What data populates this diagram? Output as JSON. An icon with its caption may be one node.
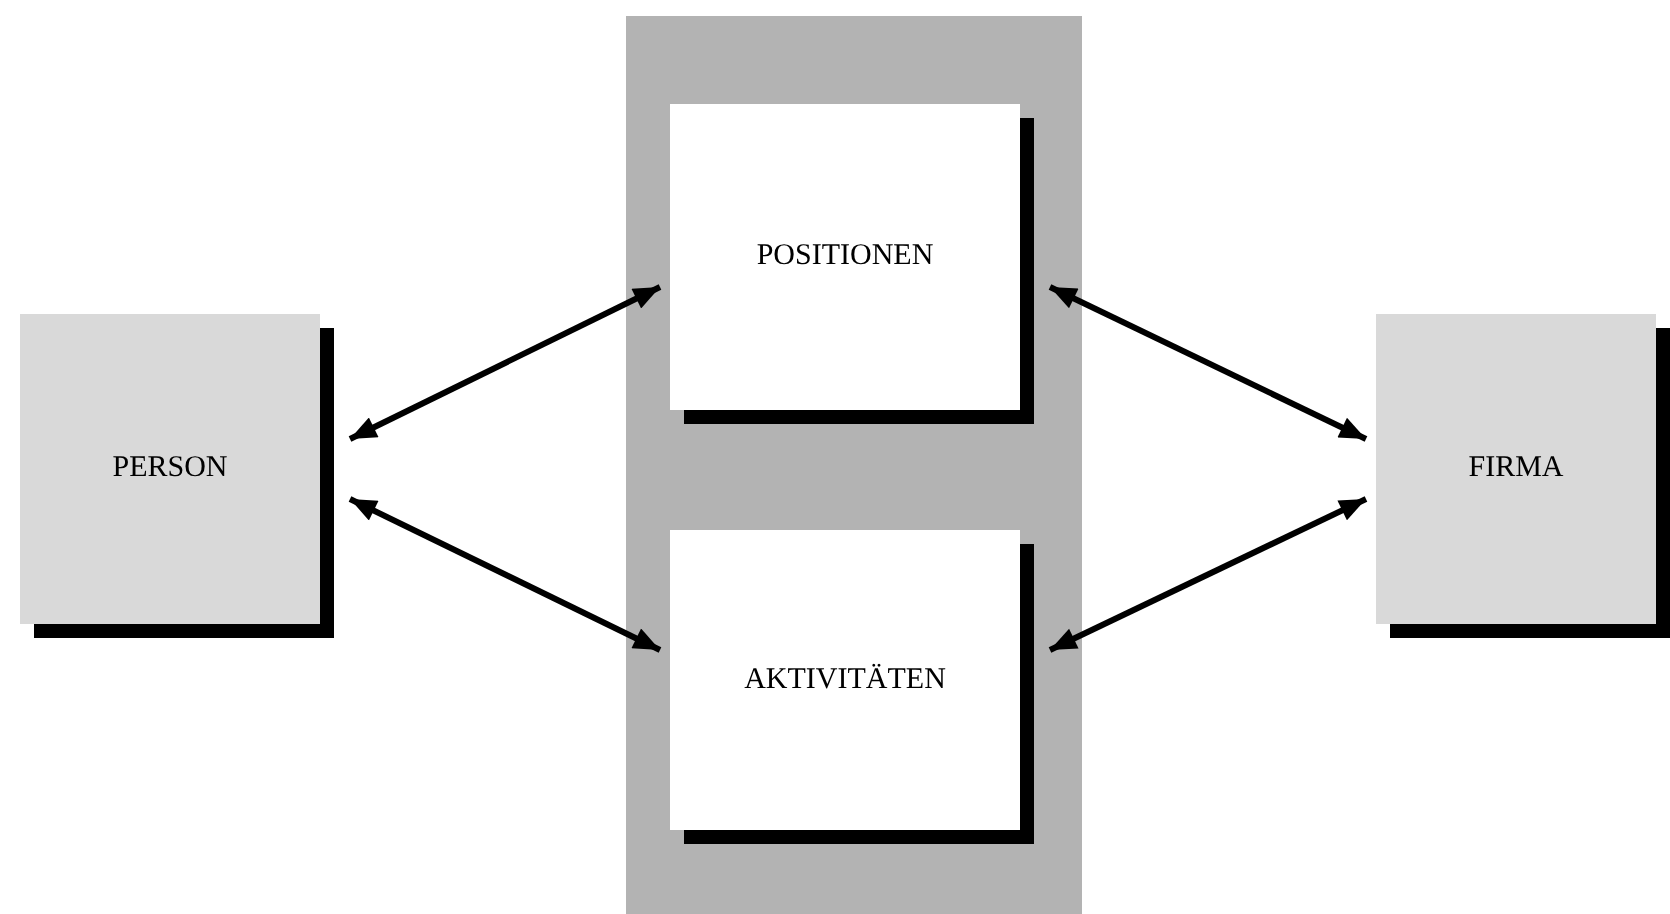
{
  "diagram": {
    "nodes": [
      {
        "text": [
          "PERSON"
        ]
      },
      {
        "text": [],
        "shape": "box"
      },
      {
        "text": [
          "POSITIONEN"
        ],
        "in": 1
      },
      {
        "text": [
          "AKTIVITÄTEN"
        ],
        "in": 1
      },
      {
        "text": [
          "FIRMA"
        ]
      }
    ],
    "edges": [
      {
        "from": 0,
        "to": 2,
        "arrow": "both"
      },
      {
        "from": 0,
        "to": 3,
        "arrow": "both"
      },
      {
        "from": 2,
        "to": 4,
        "arrow": "both"
      },
      {
        "from": 3,
        "to": 4,
        "arrow": "both"
      }
    ]
  }
}
